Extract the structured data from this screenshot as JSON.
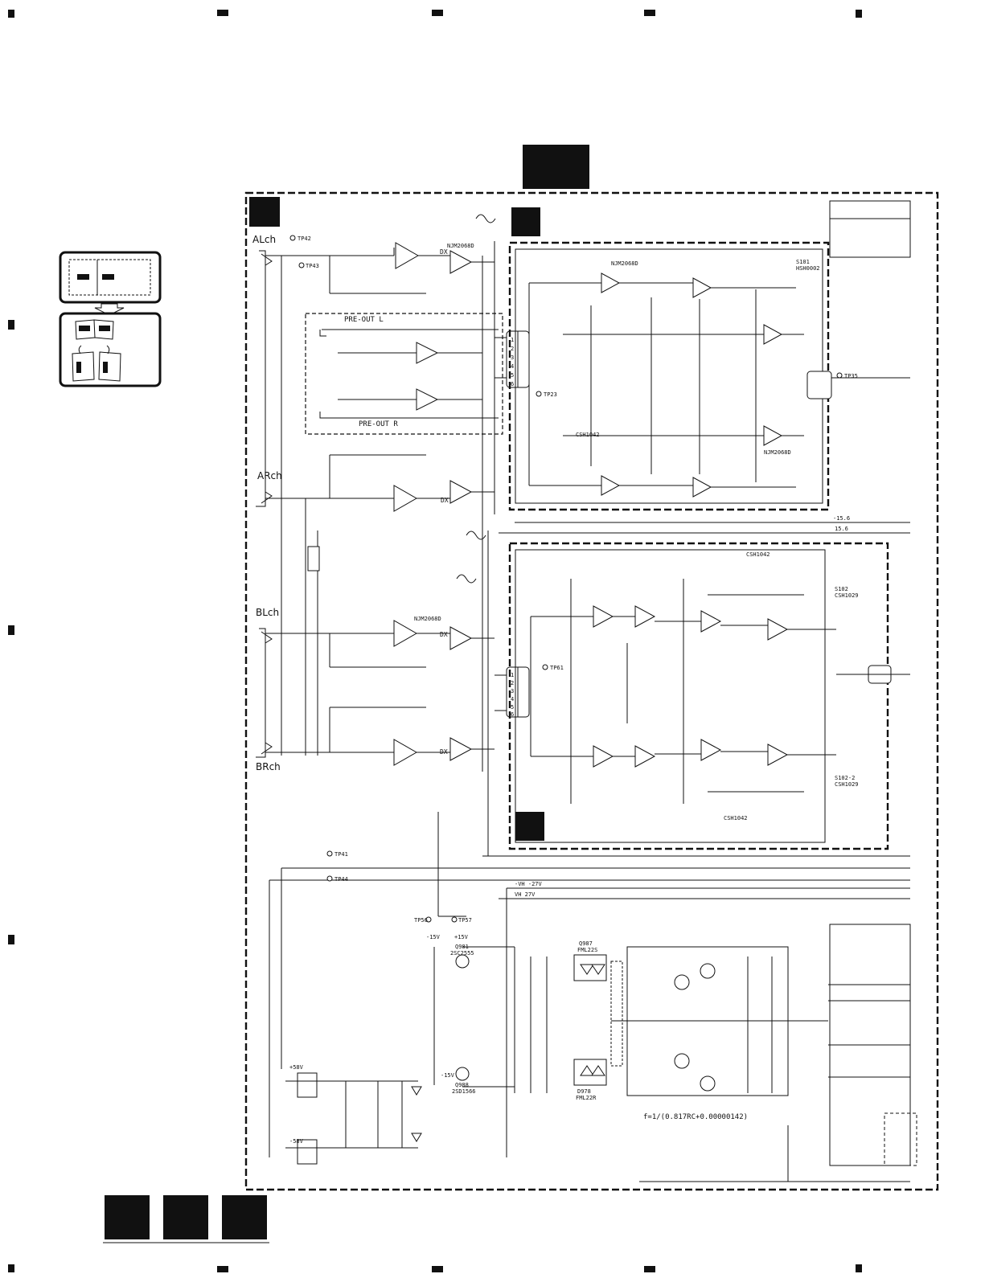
{
  "channels": {
    "alch": "ALch",
    "arch": "ARch",
    "blch": "BLch",
    "brch": "BRch"
  },
  "preout": {
    "l": "PRE-OUT L",
    "r": "PRE-OUT R"
  },
  "connector_pins": [
    "1",
    "2",
    "3",
    "4",
    "5",
    "6"
  ],
  "parts": {
    "ic_top": "NJM2068D",
    "ic_bottom": "NJM2068D",
    "ic_b": "NJM2068D",
    "ic_a": "NJM2068D",
    "switch_top": "S101",
    "switch_top_model": "HSH0002",
    "switch_mid": "S102",
    "switch_mid_model": "CSH1029",
    "switch_lower": "S102-2",
    "switch_lower_model": "CSH1029",
    "csh_top": "CSH1042",
    "csh_mid": "CSH1042",
    "csh_bottom": "CSH1042",
    "q987": "Q987",
    "q987_model": "FML22S",
    "q978": "D978",
    "q978_model": "FML22R",
    "q981": "Q981",
    "q981_model": "2SC2555",
    "q988": "Q988",
    "q988_model": "2SD1566"
  },
  "testpoints": {
    "tp56": "TP56",
    "tp57": "TP57",
    "tp35": "TP35",
    "tp23": "TP23",
    "tp61": "TP61",
    "tp41": "TP41",
    "tp44": "TP44",
    "tp42": "TP42",
    "tp43": "TP43"
  },
  "rails": {
    "minus_15_6": "-15.6",
    "plus_15_6": "15.6",
    "minus_vh": "-VH -27V",
    "plus_vh": "VH 27V",
    "plus_15v": "+15V",
    "minus_15v": "-15V",
    "plus_58v": "+58V",
    "minus_58v": "-58V"
  },
  "formula": "f=1/(0.817RC+0.00000142)",
  "dx": "DX"
}
